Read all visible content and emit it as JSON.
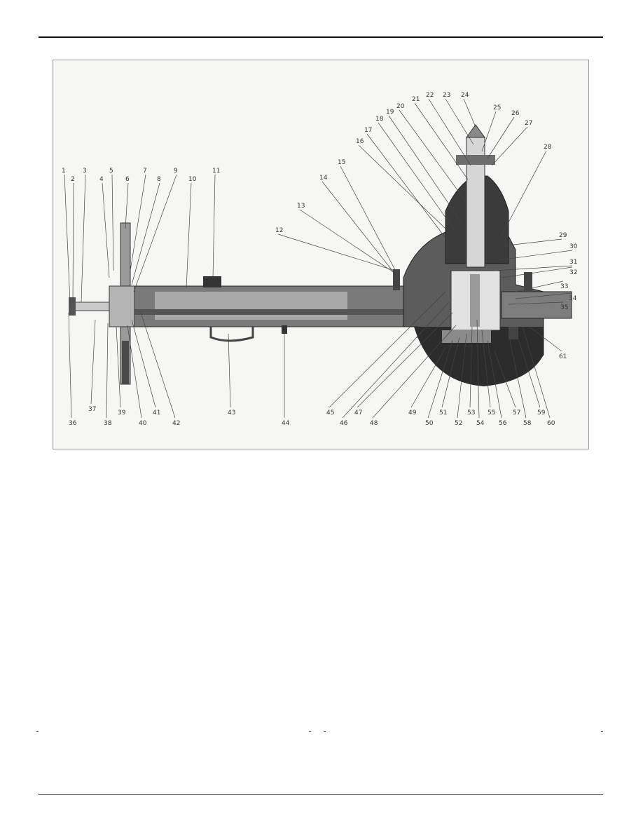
{
  "figure": {
    "callouts": [
      "1",
      "2",
      "3",
      "4",
      "5",
      "6",
      "7",
      "8",
      "9",
      "10",
      "11",
      "12",
      "13",
      "14",
      "15",
      "16",
      "17",
      "18",
      "19",
      "20",
      "21",
      "22",
      "23",
      "24",
      "25",
      "26",
      "27",
      "28",
      "29",
      "30",
      "31",
      "32",
      "33",
      "34",
      "35",
      "36",
      "37",
      "38",
      "39",
      "40",
      "41",
      "42",
      "43",
      "44",
      "45",
      "46",
      "47",
      "48",
      "49",
      "50",
      "51",
      "52",
      "53",
      "54",
      "55",
      "56",
      "57",
      "58",
      "59",
      "60",
      "61"
    ]
  },
  "colors": {
    "ink": "#1c1c1c",
    "mid": "#6d6d6d",
    "light": "#bdbdbd",
    "paper": "#f6f6f4"
  }
}
